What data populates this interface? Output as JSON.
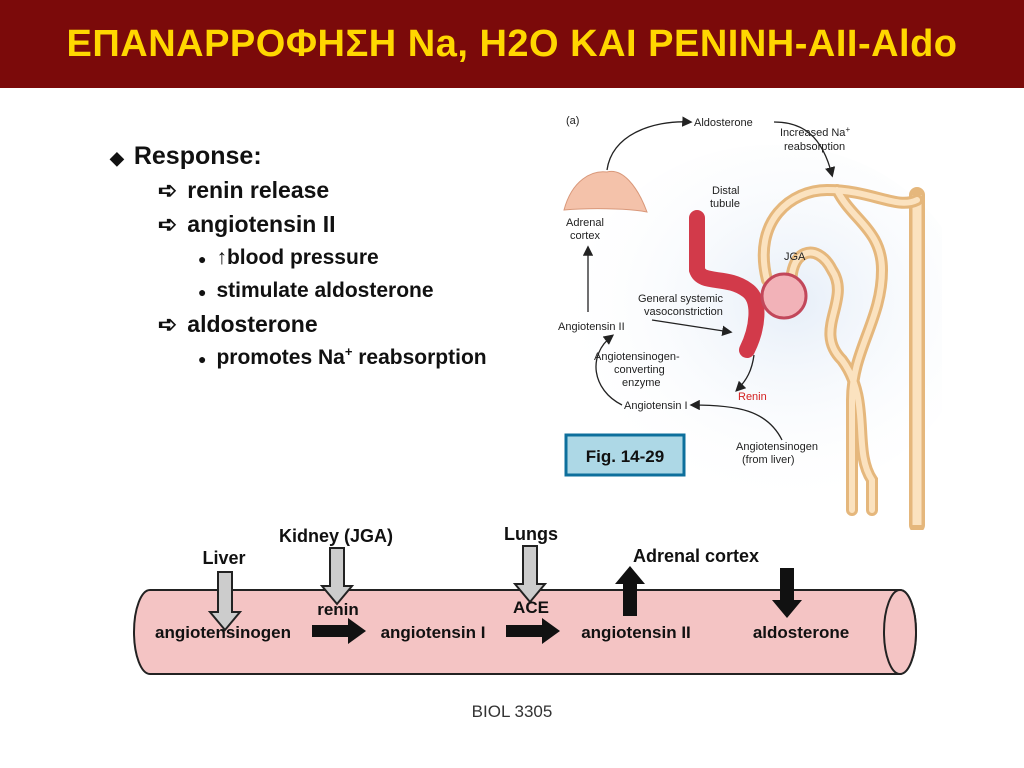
{
  "title": "ΕΠΑΝΑΡΡΟΦΗΣΗ Na, H2O ΚΑΙ ΡΕΝΙΝΗ-AII-Aldo",
  "bullets": {
    "response": "Response:",
    "renin_release": "renin release",
    "angiotensin_ii": "angiotensin II",
    "blood_pressure": "blood pressure",
    "stimulate_aldosterone": "stimulate aldosterone",
    "aldosterone": "aldosterone",
    "promotes_na": "promotes Na",
    "plus": "+",
    "reabsorption": " reabsorption",
    "up_arrow": "↑",
    "hollow_arrow": "➪",
    "dot": "●",
    "diamond": "◆"
  },
  "figure": {
    "panel": "(a)",
    "aldosterone": "Aldosterone",
    "increased_na_1": "Increased Na",
    "plus": "+",
    "increased_na_2": "reabsorption",
    "distal_1": "Distal",
    "distal_2": "tubule",
    "adrenal_1": "Adrenal",
    "adrenal_2": "cortex",
    "jga": "JGA",
    "general_1": "General systemic",
    "general_2": "vasoconstriction",
    "angiotensin_ii": "Angiotensin II",
    "ace_1": "Angiotensinogen-",
    "ace_2": "converting",
    "ace_3": "enzyme",
    "angiotensin_i": "Angiotensin I",
    "renin": "Renin",
    "angiotensinogen_1": "Angiotensinogen",
    "angiotensinogen_2": "(from liver)",
    "fig_label": "Fig. 14-29"
  },
  "pathway": {
    "liver": "Liver",
    "kidney": "Kidney (JGA)",
    "lungs": "Lungs",
    "adrenal_cortex": "Adrenal cortex",
    "renin": "renin",
    "ace": "ACE",
    "angiotensinogen": "angiotensinogen",
    "angiotensin_i": "angiotensin I",
    "angiotensin_ii": "angiotensin II",
    "aldosterone": "aldosterone"
  },
  "footer": "BIOL 3305",
  "colors": {
    "title_bg": "#7b0a0a",
    "title_fg": "#ffd700",
    "vessel_fill": "#f4c4c4",
    "renin_red": "#d42020",
    "fig_label_bg": "#add8e6",
    "fig_label_border": "#0d6f9c"
  }
}
